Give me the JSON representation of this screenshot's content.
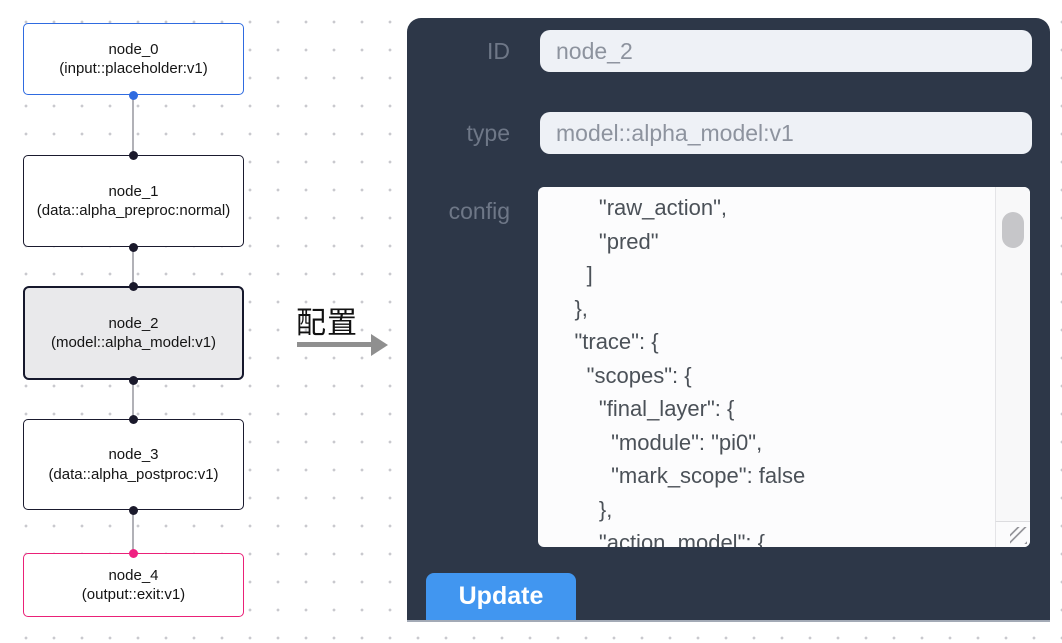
{
  "canvas": {
    "nodes": [
      {
        "name": "node_0",
        "type_label": "(input::placeholder:v1)"
      },
      {
        "name": "node_1",
        "type_label": "(data::alpha_preproc:normal)"
      },
      {
        "name": "node_2",
        "type_label": "(model::alpha_model:v1)"
      },
      {
        "name": "node_3",
        "type_label": "(data::alpha_postproc:v1)"
      },
      {
        "name": "node_4",
        "type_label": "(output::exit:v1)"
      }
    ],
    "arrow_label": "配置"
  },
  "panel": {
    "id_field": {
      "label": "ID",
      "value": "node_2"
    },
    "type_field": {
      "label": "type",
      "value": "model::alpha_model:v1"
    },
    "config_field": {
      "label": "config",
      "value": "        \"raw_action\",\n        \"pred\"\n      ]\n    },\n    \"trace\": {\n      \"scopes\": {\n        \"final_layer\": {\n          \"module\": \"pi0\",\n          \"mark_scope\": false\n        },\n        \"action_model\": {"
    },
    "update_label": "Update"
  },
  "colors": {
    "panel_background": "#2d3748",
    "accent_button_blue": "#4196f0",
    "node_selected_border_blue": "#2f6be0",
    "node_output_pink": "#ea2178",
    "handle_dark": "#1a192b",
    "edge_gray": "#b1b1b7"
  }
}
